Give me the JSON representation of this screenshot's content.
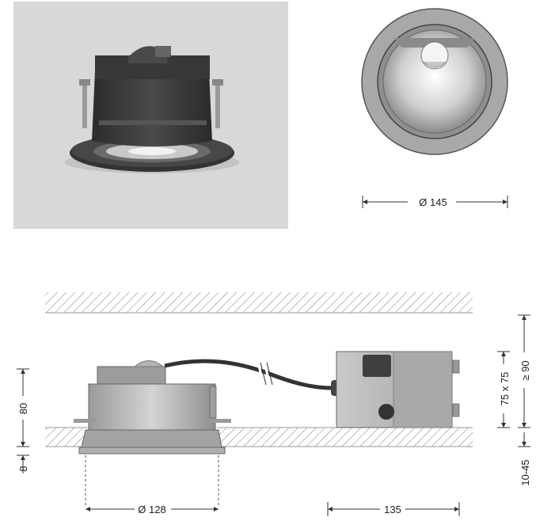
{
  "colors": {
    "photo_background": "#d8d8d8",
    "housing_dark": "#3d3d3d",
    "dimension_line": "#333333",
    "hatch": "#7a7a7a",
    "housing_light": "#bdbdbd",
    "driver_box": "#b9b9b9"
  },
  "icons": [
    "downlight-photo",
    "front-view-diagram",
    "section-drawing"
  ],
  "dimensions": {
    "front_diameter": "Ø 145",
    "housing_height": "80",
    "flange_thickness": "8",
    "cutout_diameter": "Ø 128",
    "driver_length": "135",
    "driver_section": "75 x 75",
    "min_ceiling_void": "≥ 90",
    "ceiling_thickness": "10-45"
  }
}
